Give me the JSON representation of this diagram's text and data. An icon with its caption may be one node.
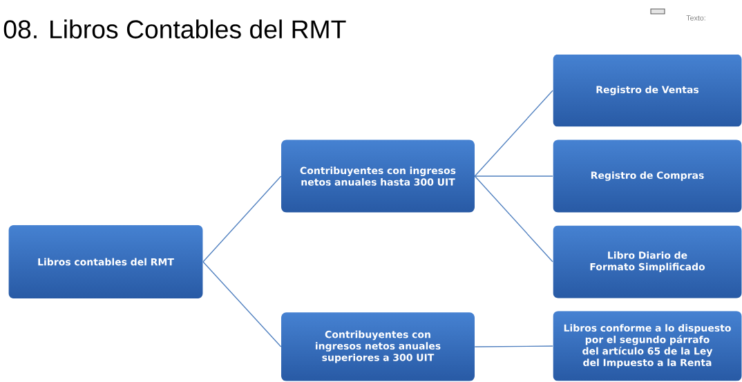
{
  "diagram": {
    "title": "08. Libros Contables del RMT",
    "nodes": [
      {
        "text": [
          "Libros contables del RMT"
        ]
      },
      {
        "text": [
          "Contribuyentes con ingresos netos anuales hasta 300 UIT"
        ]
      },
      {
        "text": [
          "Contribuyentes con ingresos netos anuales superiores a 300 UIT"
        ]
      },
      {
        "text": [
          "Registro de Ventas"
        ]
      },
      {
        "text": [
          "Registro de Compras"
        ]
      },
      {
        "text": [
          "Libro Diario de Formato Simplificado"
        ]
      },
      {
        "text": [
          "Libros conforme a lo dispuesto por el segundo párrafo del artículo 65 de la Ley del Impuesto a la Renta"
        ]
      }
    ],
    "edges": [
      {
        "from": 0,
        "to": 1,
        "arrow": "none"
      },
      {
        "from": 0,
        "to": 2,
        "arrow": "none"
      },
      {
        "from": 1,
        "to": 3,
        "arrow": "none"
      },
      {
        "from": 1,
        "to": 4,
        "arrow": "none"
      },
      {
        "from": 1,
        "to": 5,
        "arrow": "none"
      },
      {
        "from": 2,
        "to": 6,
        "arrow": "none"
      }
    ],
    "labels": [
      "Texto:"
    ]
  }
}
